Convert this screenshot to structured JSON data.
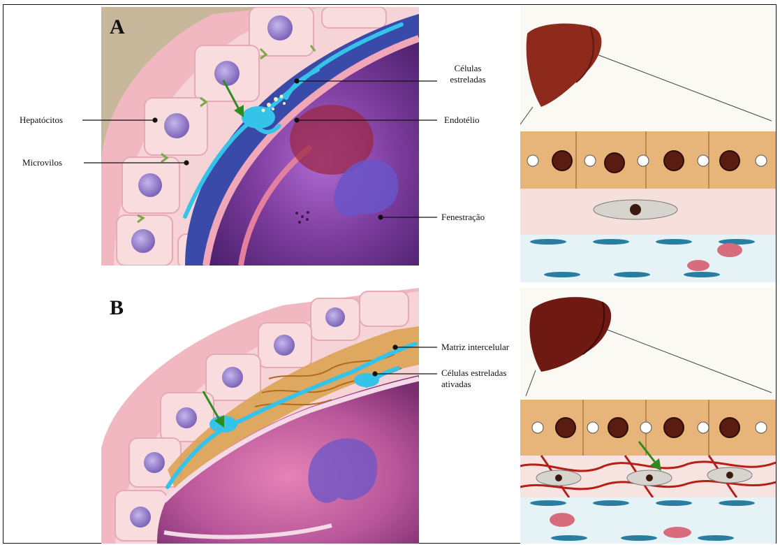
{
  "panels": {
    "a": {
      "letter": "A",
      "labels": {
        "celulas_estreladas_1": "Células",
        "celulas_estreladas_2": "estreladas",
        "hepatocitos": "Hepatócitos",
        "endotelio": "Endotélio",
        "microvilos": "Microvilos",
        "fenestracao": "Fenestração"
      }
    },
    "b": {
      "letter": "B",
      "labels": {
        "matriz": "Matriz intercelular",
        "ativadas_1": "Células estreladas",
        "ativadas_2": "ativadas"
      }
    }
  },
  "colors": {
    "hepatocyte": "#f4c8cc",
    "hepatocyte_nucleus": "#8e78c4",
    "stellate": "#35c3ea",
    "sinusoid": "#7a3b9a",
    "liver": "#8e2a1c",
    "arrow": "#2f8a22",
    "collagen": "#c8912a"
  },
  "icons": [
    "green-arrow-icon",
    "liver-organ-icon"
  ]
}
